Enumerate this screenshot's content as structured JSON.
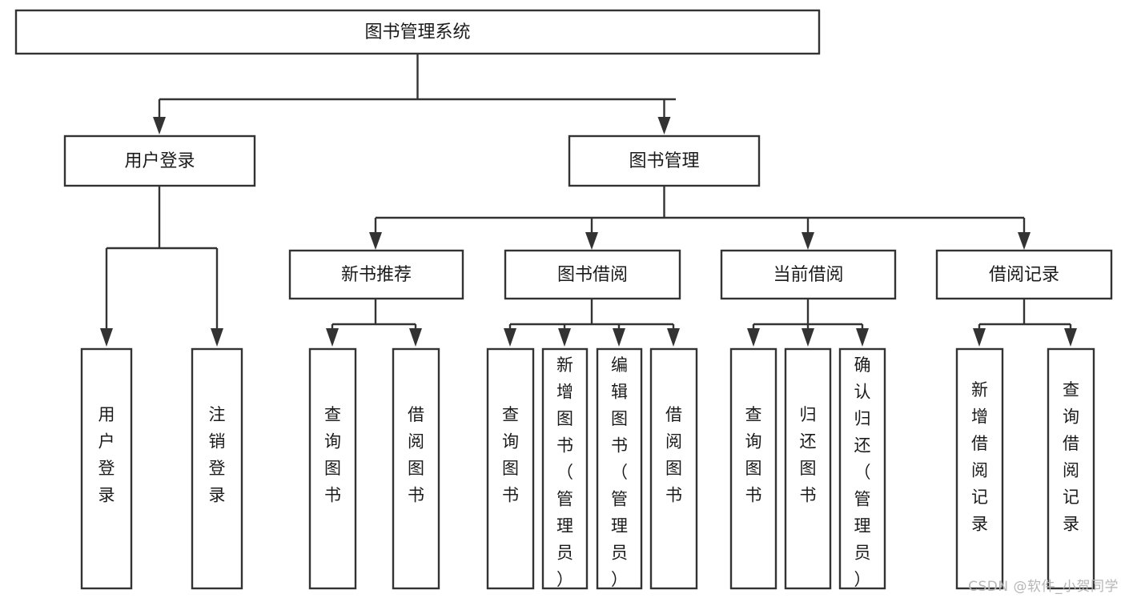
{
  "diagram": {
    "title": "图书管理系统",
    "type": "tree",
    "orientation": "top-down",
    "colors": {
      "box_stroke": "#333333",
      "box_fill": "#ffffff",
      "text": "#1b1b1b",
      "background": "#ffffff",
      "watermark": "#b6b6b6"
    },
    "root": {
      "label": "图书管理系统"
    },
    "level2": [
      {
        "label": "用户登录"
      },
      {
        "label": "图书管理"
      }
    ],
    "level3": [
      {
        "label": "新书推荐"
      },
      {
        "label": "图书借阅"
      },
      {
        "label": "当前借阅"
      },
      {
        "label": "借阅记录"
      }
    ],
    "leaves": {
      "user_login": [
        {
          "label": "用户登录"
        },
        {
          "label": "注销登录"
        }
      ],
      "new_book_recommend": [
        {
          "label": "查询图书"
        },
        {
          "label": "借阅图书"
        }
      ],
      "book_borrow": [
        {
          "label": "查询图书"
        },
        {
          "label": "新增图书（管理员）"
        },
        {
          "label": "编辑图书（管理员）"
        },
        {
          "label": "借阅图书"
        }
      ],
      "current_borrow": [
        {
          "label": "查询图书"
        },
        {
          "label": "归还图书"
        },
        {
          "label": "确认归还（管理员）"
        }
      ],
      "borrow_record": [
        {
          "label": "新增借阅记录"
        },
        {
          "label": "查询借阅记录"
        }
      ]
    }
  },
  "watermark": {
    "text": "CSDN @软件_小贺同学"
  }
}
